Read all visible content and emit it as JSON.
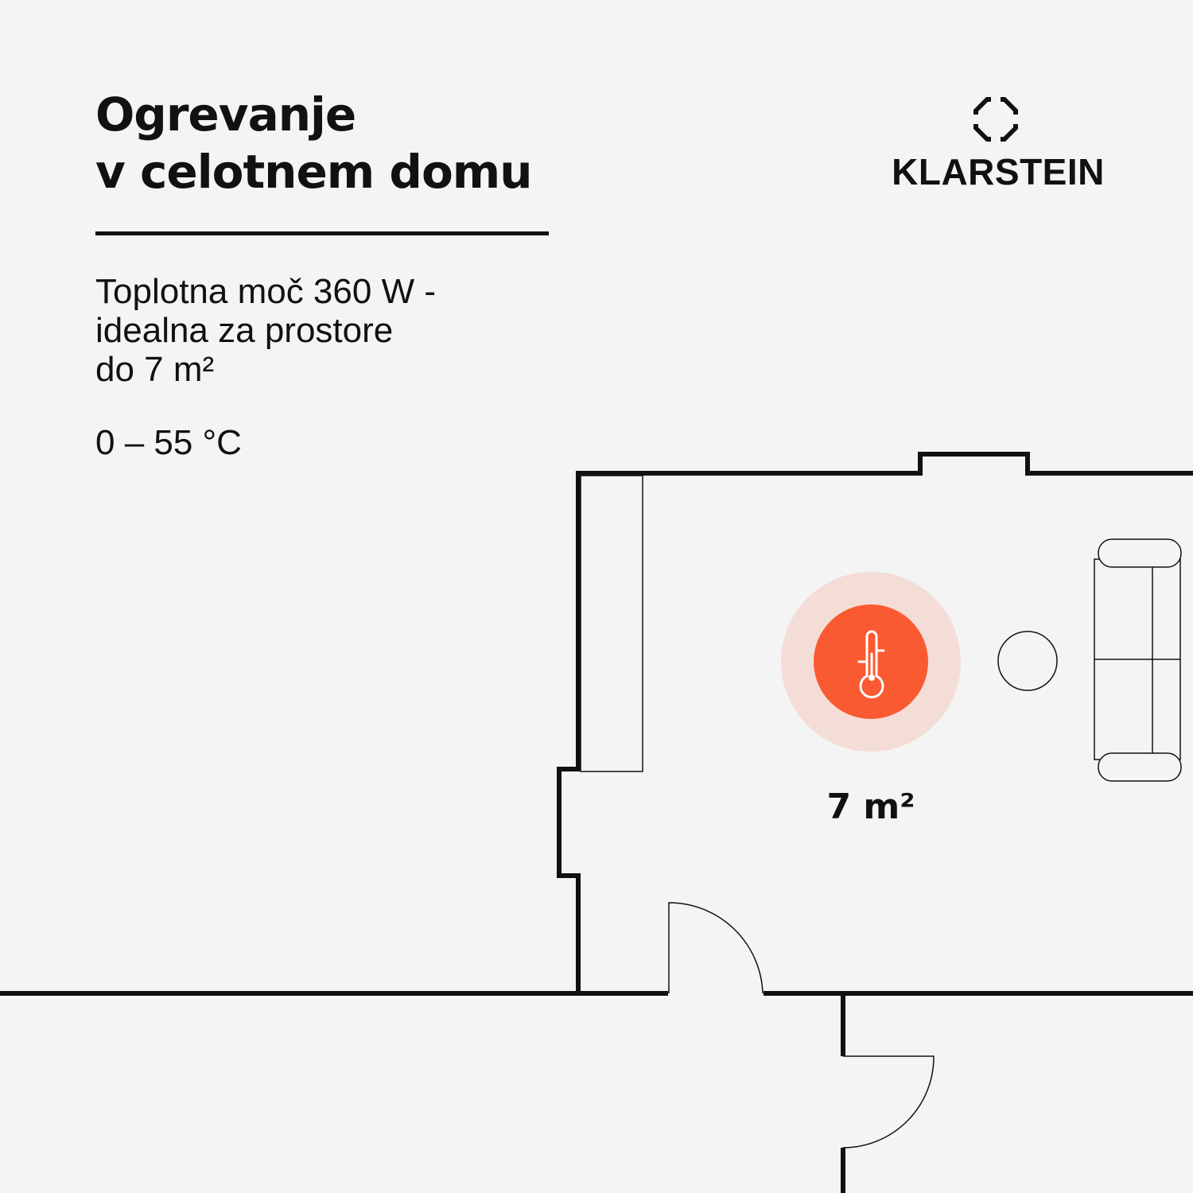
{
  "headline": {
    "line1": "Ogrevanje",
    "line2": "v celotnem domu"
  },
  "description": {
    "line1": "Toplotna moč 360 W -",
    "line2": "idealna za prostore",
    "line3": "do 7 m²"
  },
  "temperature_range": "0 – 55 °C",
  "brand": {
    "name": "KLARSTEIN"
  },
  "floorplan": {
    "area_label": "7 m²",
    "heater_icon": "thermometer-icon",
    "colors": {
      "heater": "#fa5a32",
      "heater_glow": "#f4ddd7",
      "walls": "#111111",
      "background": "#f4f4f4"
    }
  }
}
